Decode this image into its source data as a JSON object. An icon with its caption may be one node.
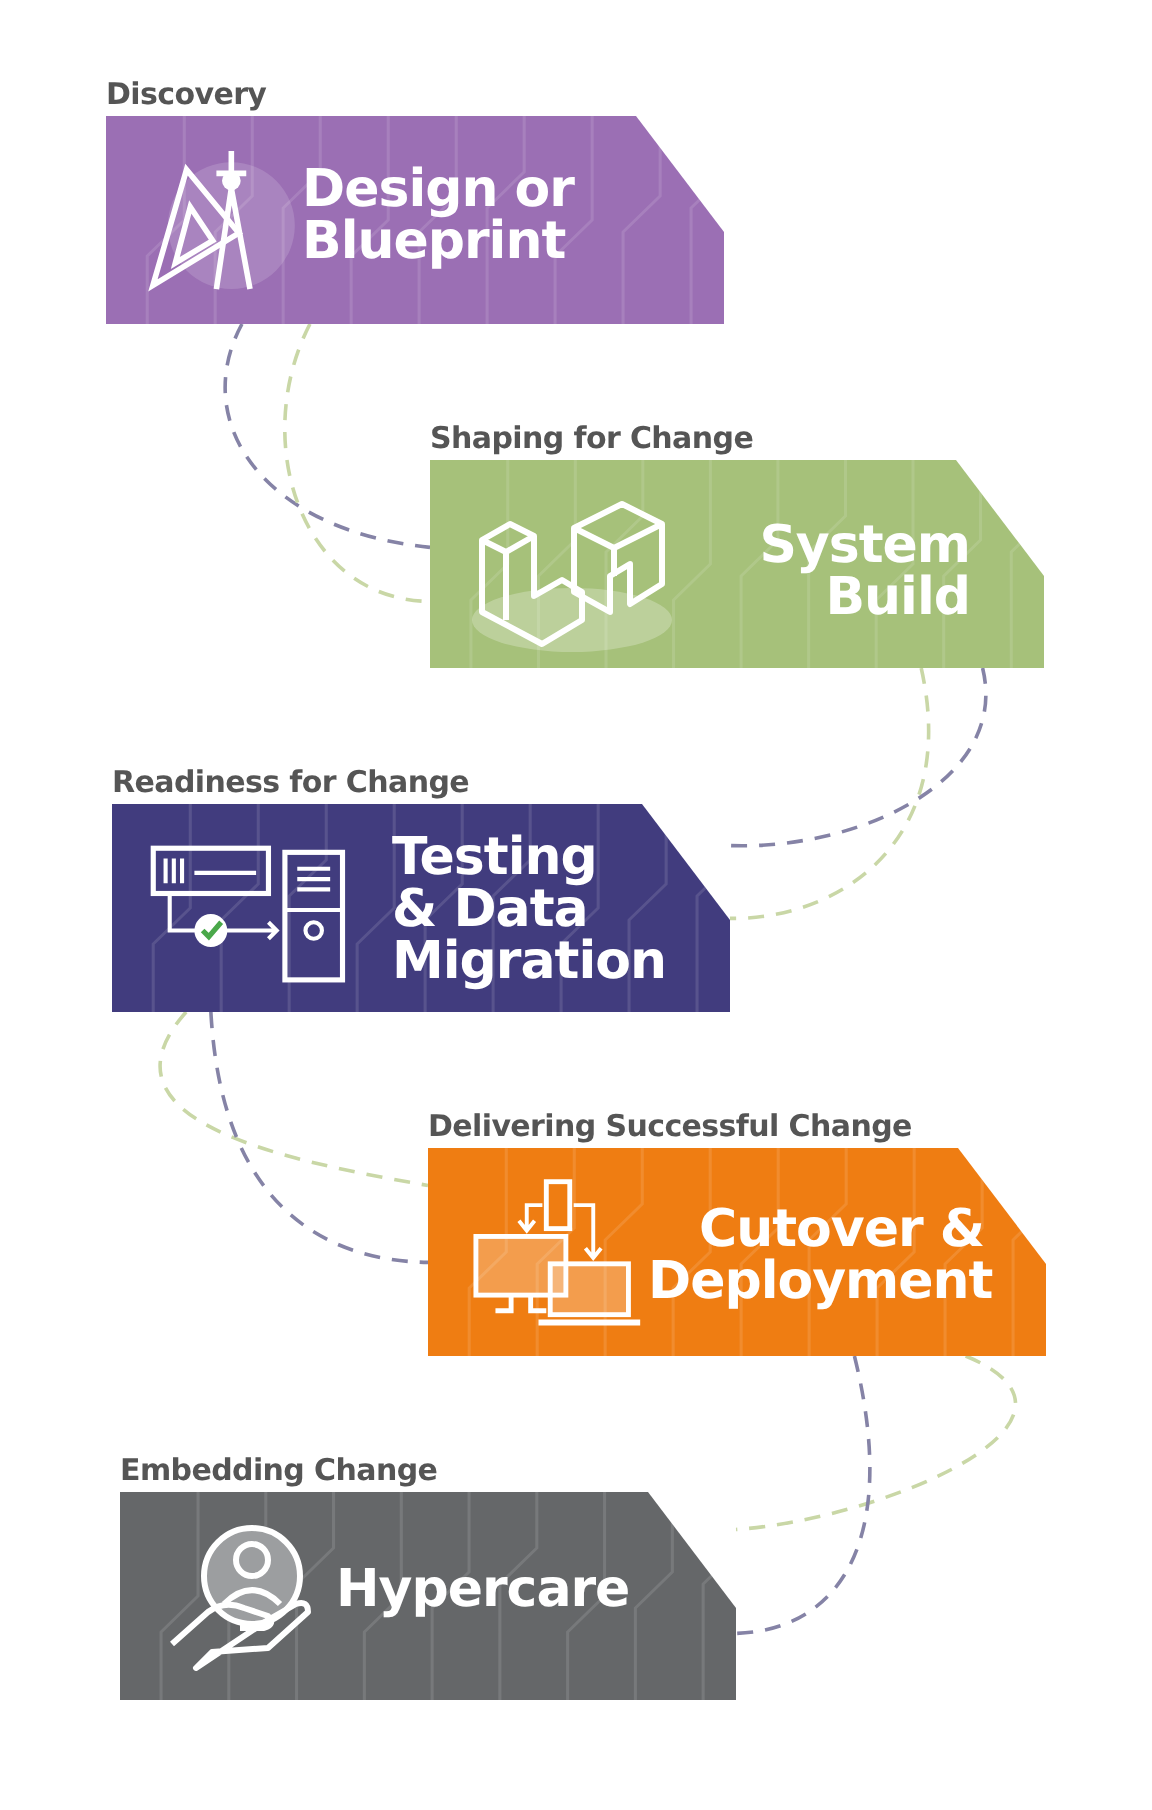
{
  "diagram": {
    "nodes": [
      {
        "text": [
          "Discovery",
          "Design or Blueprint"
        ]
      },
      {
        "text": [
          "Shaping for Change",
          "System Build"
        ]
      },
      {
        "text": [
          "Readiness for Change",
          "Testing & Data Migration"
        ]
      },
      {
        "text": [
          "Delivering Successful Change",
          "Cutover & Deployment"
        ]
      },
      {
        "text": [
          "Embedding Change",
          "Hypercare"
        ]
      }
    ],
    "edges": [
      {
        "from": 0,
        "to": 1,
        "arrow": "none",
        "style": "dashed",
        "color": "#8583a6"
      },
      {
        "from": 0,
        "to": 1,
        "arrow": "none",
        "style": "dashed",
        "color": "#c9d7a6"
      },
      {
        "from": 1,
        "to": 2,
        "arrow": "none",
        "style": "dashed",
        "color": "#8583a6"
      },
      {
        "from": 1,
        "to": 2,
        "arrow": "none",
        "style": "dashed",
        "color": "#c9d7a6"
      },
      {
        "from": 2,
        "to": 3,
        "arrow": "none",
        "style": "dashed",
        "color": "#c9d7a6"
      },
      {
        "from": 2,
        "to": 3,
        "arrow": "none",
        "style": "dashed",
        "color": "#8583a6"
      },
      {
        "from": 3,
        "to": 4,
        "arrow": "none",
        "style": "dashed",
        "color": "#c9d7a6"
      },
      {
        "from": 3,
        "to": 4,
        "arrow": "none",
        "style": "dashed",
        "color": "#8583a6"
      }
    ]
  }
}
